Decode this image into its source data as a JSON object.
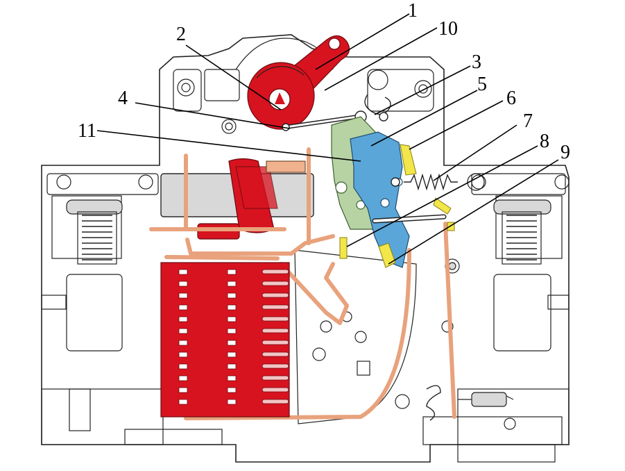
{
  "diagram": {
    "callouts": [
      {
        "id": "1",
        "text": "1"
      },
      {
        "id": "2",
        "text": "2"
      },
      {
        "id": "3",
        "text": "3"
      },
      {
        "id": "4",
        "text": "4"
      },
      {
        "id": "5",
        "text": "5"
      },
      {
        "id": "6",
        "text": "6"
      },
      {
        "id": "7",
        "text": "7"
      },
      {
        "id": "8",
        "text": "8"
      },
      {
        "id": "9",
        "text": "9"
      },
      {
        "id": "10",
        "text": "10"
      },
      {
        "id": "11",
        "text": "11"
      }
    ],
    "colors": {
      "handle": "#d7131f",
      "arc_chute": "#d7131f",
      "coil": "#d7131f",
      "conductor": "#f0b28e",
      "latch_plate": "#5aa6d9",
      "trip_lever": "#b7d3a4",
      "contact_tip": "#f2e64a",
      "housing": "#ffffff"
    }
  }
}
